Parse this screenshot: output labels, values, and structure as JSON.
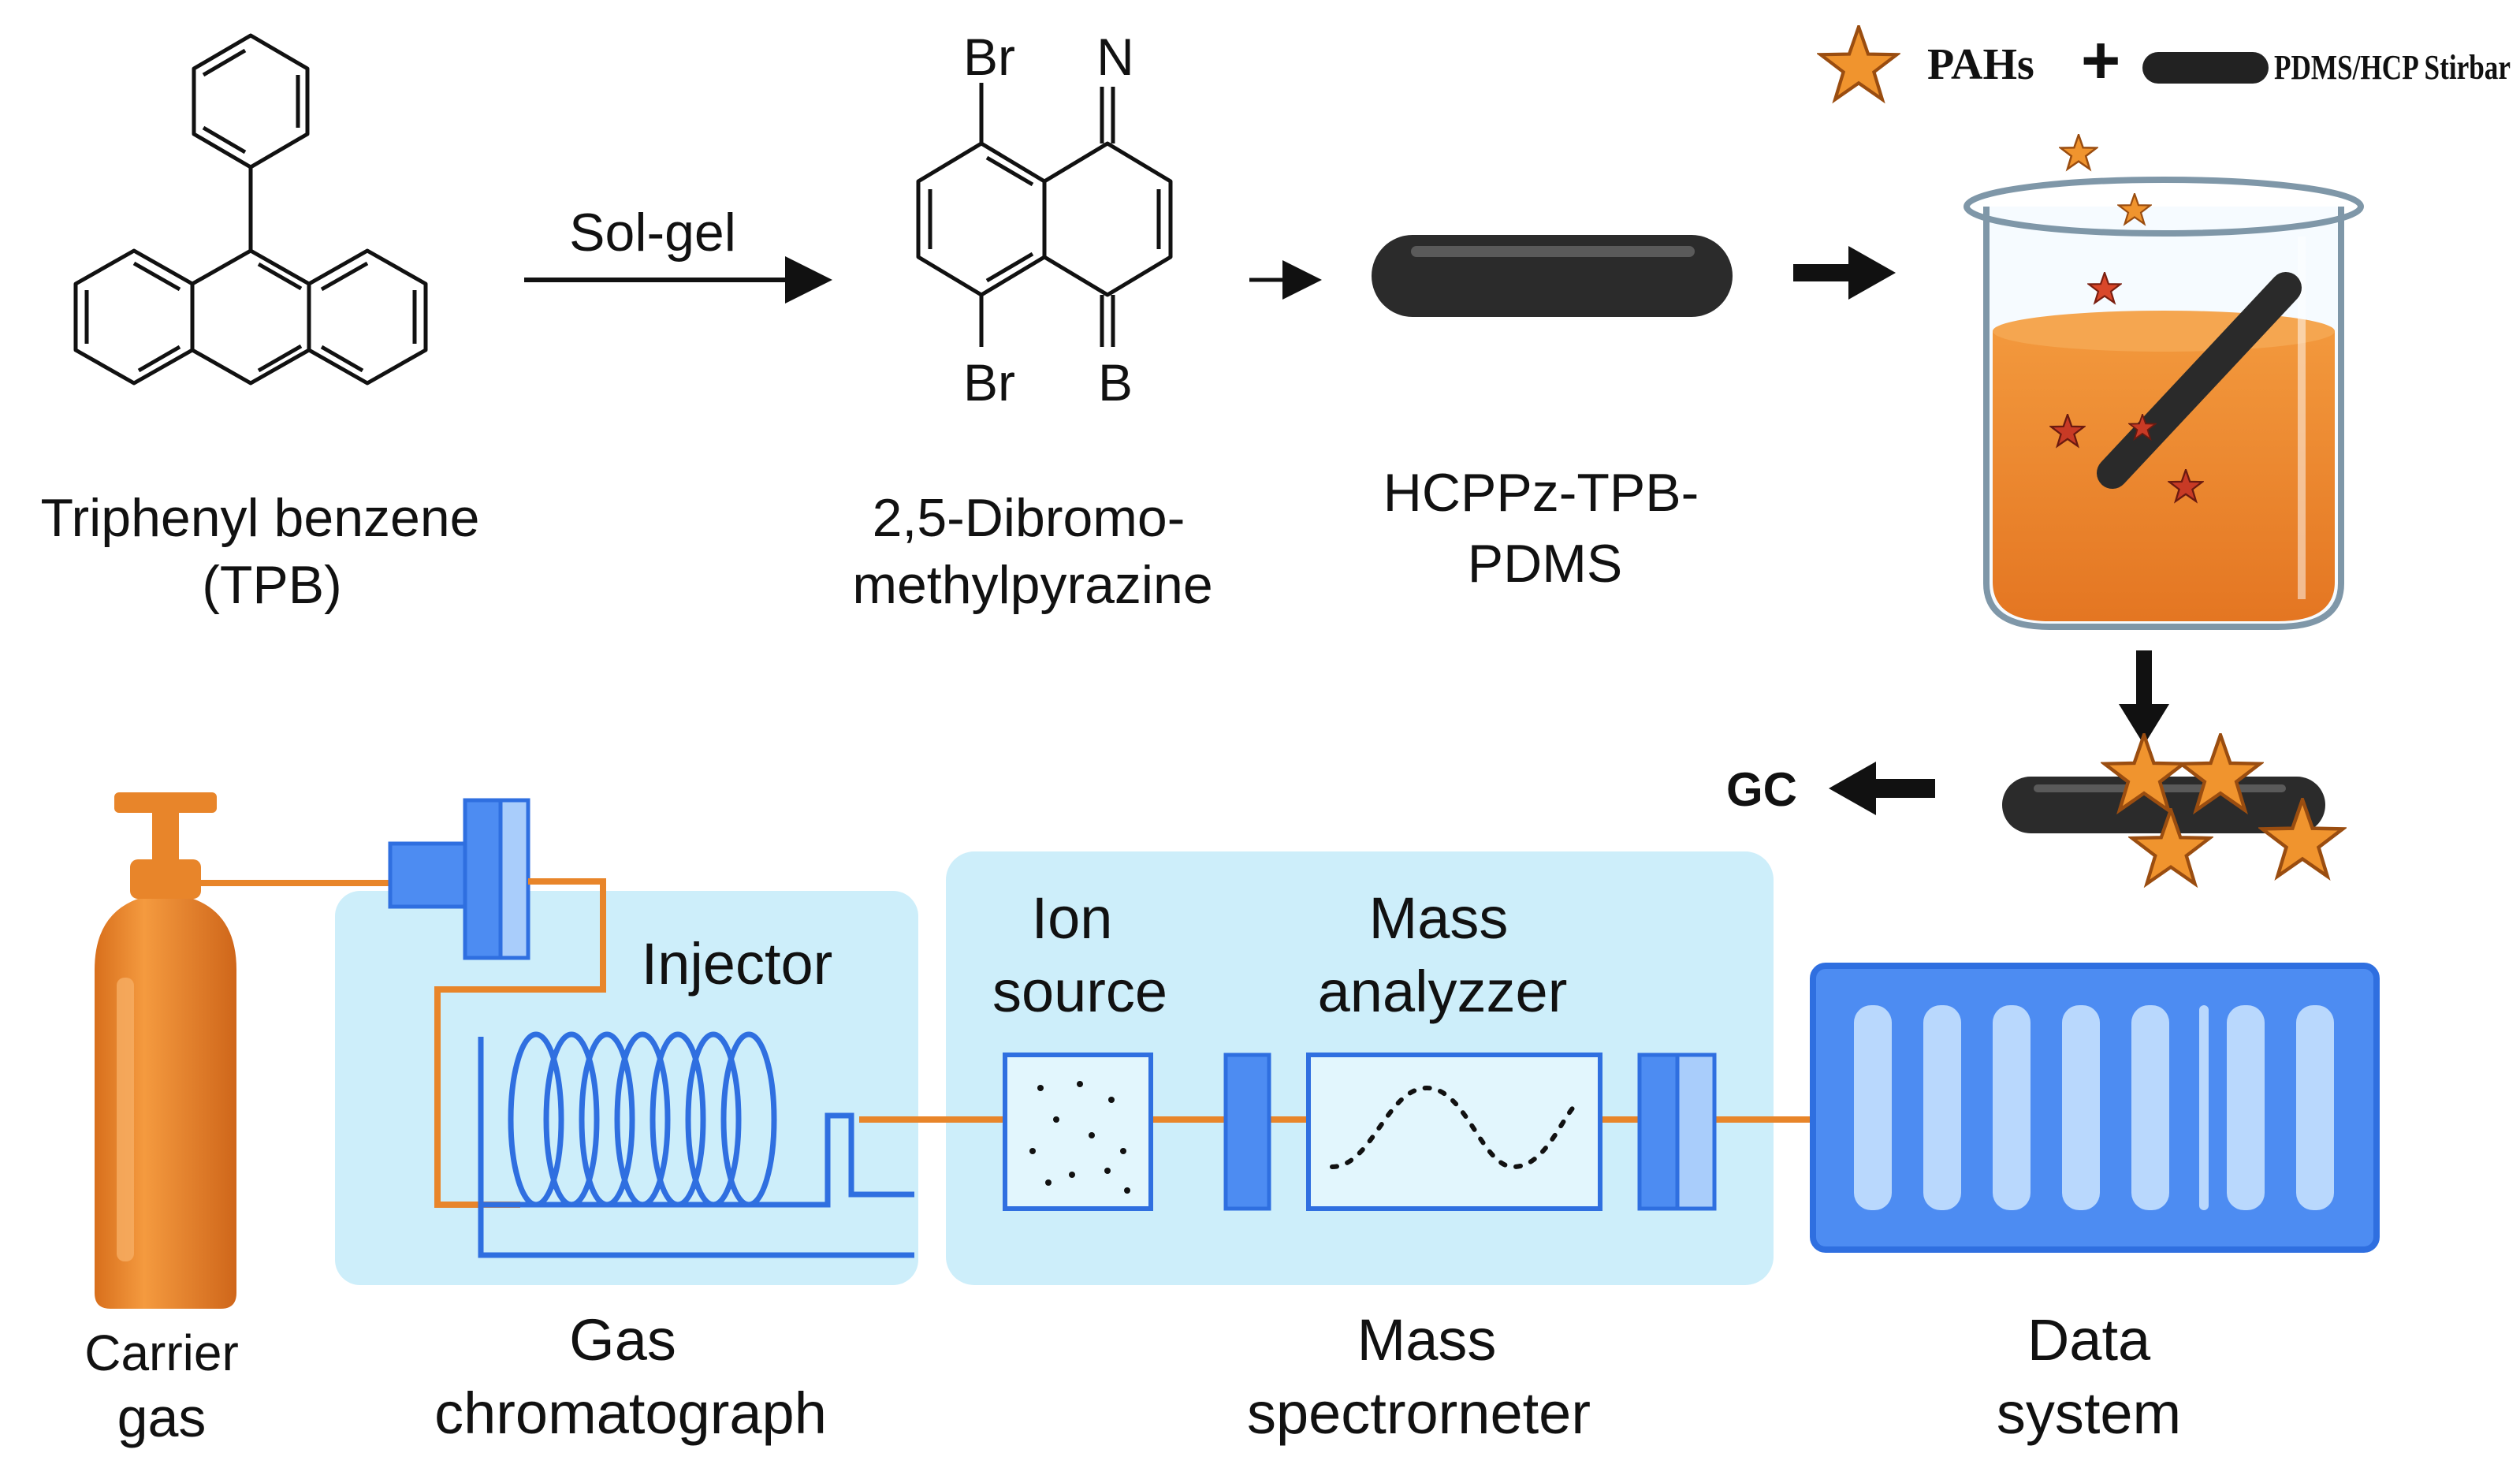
{
  "top_row": {
    "tpb_label_line1": "Triphenyl benzene",
    "tpb_label_line2": "(TPB)",
    "arrow_label": "Sol-gel",
    "pyrazine": {
      "br_top": "Br",
      "n_top": "N",
      "br_bottom": "Br",
      "b_bottom": "B",
      "label_line1": "2,5-Dibromo-",
      "label_line2": "methylpyrazine"
    },
    "stirbar_label_line1": "HCPPz-TPB-",
    "stirbar_label_line2": "PDMS"
  },
  "legend": {
    "pahs": "PAHs",
    "plus": "+",
    "stirbar": "PDMS/HCP Stirbar"
  },
  "gc_label": "GC",
  "instrument": {
    "injector": "Injector",
    "ion_source_line1": "Ion",
    "ion_source_line2": "source",
    "mass_analyzer_line1": "Mass",
    "mass_analyzer_line2": "analyzzer",
    "carrier_gas_line1": "Carrier",
    "carrier_gas_line2": "gas",
    "gas_chrom_line1": "Gas",
    "gas_chrom_line2": "chromatograph",
    "mass_spec_line1": "Mass",
    "mass_spec_line2": "spectrorneter",
    "data_system_line1": "Data",
    "data_system_line2": "system"
  },
  "colors": {
    "orange": "#e8852a",
    "blue": "#2f6fe0",
    "panel_blue": "#cdeefa",
    "dark": "#1a1a1a"
  }
}
